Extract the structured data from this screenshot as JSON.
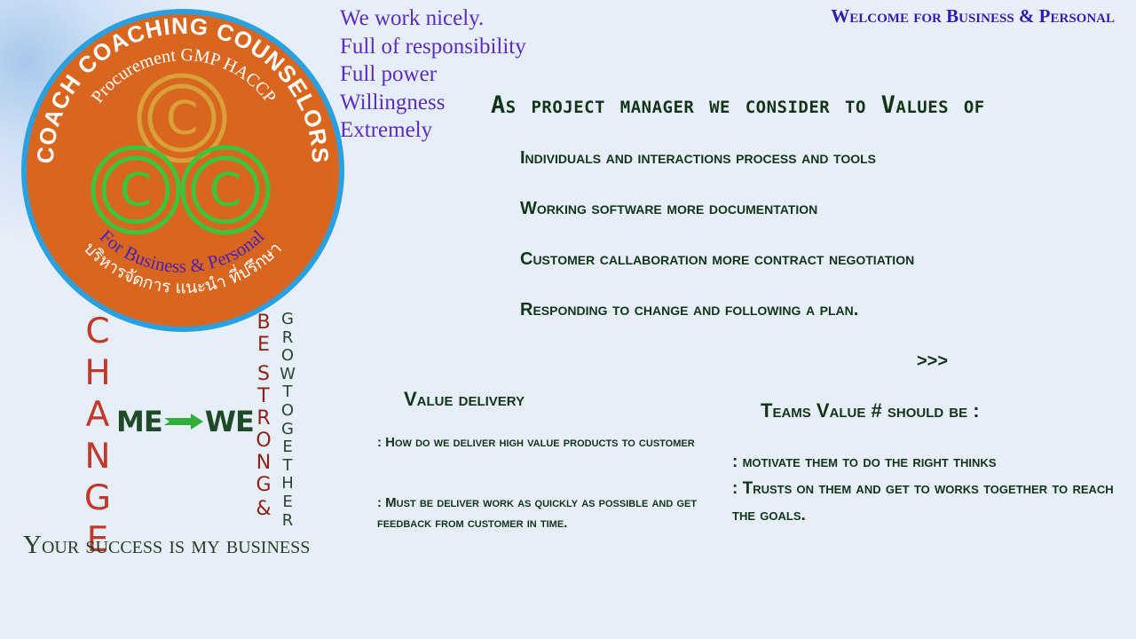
{
  "header": {
    "welcome": "Welcome for  Business & Personal"
  },
  "logo": {
    "top_arc": "COACH COACHING COUNSELORS",
    "sub_arc": "Procurement  GMP HACCP",
    "bottom_arc_en": "For Business & Personal",
    "bottom_arc_th": "บริหารจัดการ แนะนำ ที่ปรึกษา",
    "letters": [
      "C",
      "C",
      "C"
    ],
    "colors": {
      "ring": "#2aa0e0",
      "fill": "#d9661f",
      "ring_top": "#d9a13a",
      "ring_bottom": "#3ec43a"
    }
  },
  "values_list": [
    "We work nicely.",
    "Full of responsibility",
    "Full power",
    "Willingness",
    "Extremely"
  ],
  "main": {
    "title": "As project manager we consider to Values of",
    "items": [
      "Individuals and interactions process and tools",
      "Working software more documentation",
      "Customer callaboration more contract negotiation",
      "Responding to change and following a plan."
    ],
    "more": ">>>"
  },
  "value_delivery": {
    "title": "Value delivery",
    "points": [
      ": How do we deliver high value products to customer",
      ": Must be deliver work as quickly as possible and get feedback from customer in time."
    ]
  },
  "teams_value": {
    "title": "Teams Value # should be :",
    "points": [
      ": motivate them to do the right thinks",
      ": Trusts on them and get to works together to reach the goals."
    ]
  },
  "graphic": {
    "change_letters": [
      "C",
      "H",
      "A",
      "N",
      "G",
      "E"
    ],
    "be_strong_letters": [
      "B",
      "E",
      "",
      "S",
      "T",
      "R",
      "O",
      "N",
      "G",
      "",
      "&"
    ],
    "grow_letters": [
      "G",
      "R",
      "O",
      "W",
      "T",
      "O",
      "G",
      "E",
      "T",
      "H",
      "E",
      "R"
    ],
    "me": "ME",
    "we": "WE",
    "tagline": "Your success is my business"
  }
}
